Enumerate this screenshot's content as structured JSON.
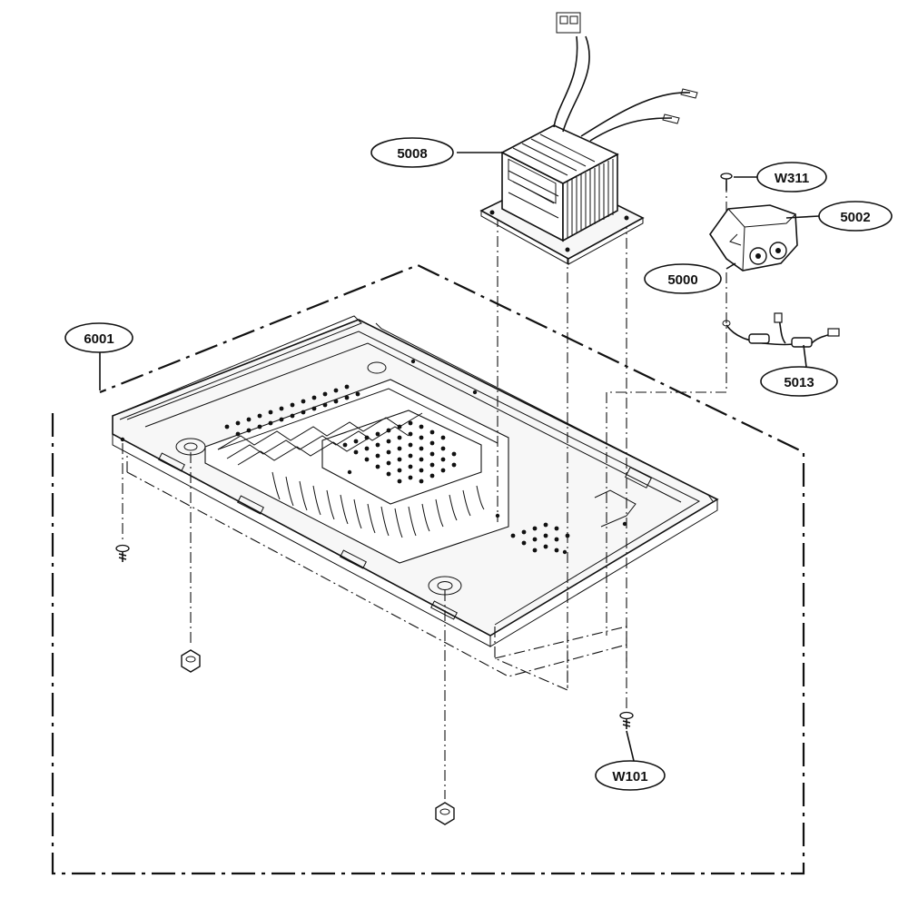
{
  "diagram": {
    "labels": {
      "p5008": "5008",
      "pW311": "W311",
      "p5002": "5002",
      "p5000": "5000",
      "p5013": "5013",
      "p6001": "6001",
      "pW101": "W101"
    },
    "icons": {
      "transformer": "high-voltage-transformer",
      "capacitor": "high-voltage-capacitor",
      "diode": "high-voltage-diode",
      "base_plate": "base-plate",
      "screw": "screw",
      "foot": "rubber-foot"
    }
  }
}
